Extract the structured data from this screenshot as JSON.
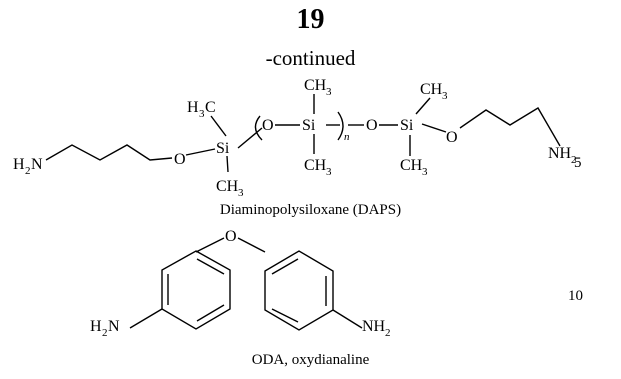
{
  "page": {
    "number": "19",
    "continued": "-continued",
    "line_numbers": [
      "5",
      "10"
    ]
  },
  "daps": {
    "caption": "Diaminopolysiloxane (DAPS)",
    "atoms": {
      "h2n_left_H": "H",
      "h2n_left_2": "2",
      "h2n_left_N": "N",
      "o1": "O",
      "si1": "Si",
      "me1_H": "H",
      "me1_3": "3",
      "me1_C": "C",
      "me2_CH": "CH",
      "me2_3": "3",
      "o2": "O",
      "si2": "Si",
      "n": "n",
      "me3_CH": "CH",
      "me3_3": "3",
      "me4_CH": "CH",
      "me4_3": "3",
      "o3": "O",
      "si3": "Si",
      "me5_CH": "CH",
      "me5_3": "3",
      "me6_CH": "CH",
      "me6_3": "3",
      "o4": "O",
      "nh2_right_NH": "NH",
      "nh2_right_2": "2"
    }
  },
  "oda": {
    "caption": "ODA, oxydianaline",
    "atoms": {
      "o": "O",
      "h2n_H": "H",
      "h2n_2": "2",
      "h2n_N": "N",
      "nh2_NH": "NH",
      "nh2_2": "2"
    }
  }
}
